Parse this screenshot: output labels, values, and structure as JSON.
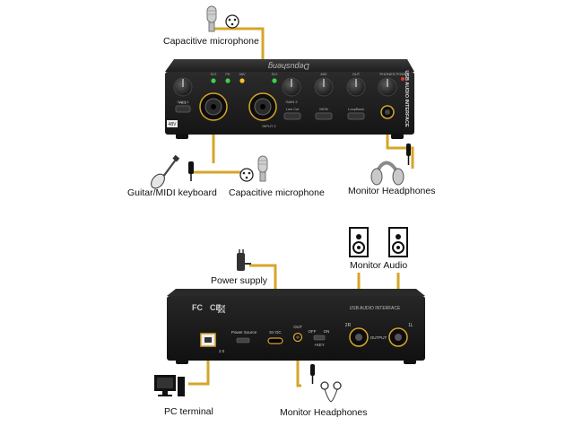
{
  "labels": {
    "top_mic": "Capacitive microphone",
    "guitar_midi": "Guitar/MIDI keyboard",
    "bottom_mic": "Capacitive microphone",
    "monitor_headphones_front": "Monitor Headphones",
    "power_supply": "Power supply",
    "monitor_audio": "Monitor Audio",
    "pc_terminal": "PC terminal",
    "monitor_headphones_rear": "Monitor Headphones"
  },
  "front_panel": {
    "brand": "Depusheng",
    "model_vertical": "USB AUDIO INTERFACE",
    "knob_gain1": "GAIN 1",
    "knob_gain2": "GAIN 2",
    "knob_mix": "MIX",
    "knob_out": "OUT",
    "knob_phones": "PHONES",
    "power_label": "POWER",
    "btn_hiz": "Hi-Z",
    "btn_lowcut": "Low Cut",
    "btn_mon": "MON",
    "btn_loopback": "LoopBack",
    "input2_label": "INPUT 2",
    "badge_48v": "48V",
    "led_labels": [
      "SIG",
      "PK",
      "48V",
      "SIG"
    ]
  },
  "rear_panel": {
    "title": "USB AUDIO INTERFACE",
    "power_source": "Power Source",
    "dc_label": "5V DC",
    "usb_label": "2.0",
    "out_label": "OUT",
    "switch_off": "OFF",
    "switch_on": "ON",
    "switch_sub": "+KEY",
    "jack_2r": "2R",
    "jack_1l": "1L",
    "output_label": "OUTPUT",
    "cert_fc": "FC",
    "cert_ce": "CE"
  },
  "colors": {
    "wire": "#d6a52a",
    "device": "#1b1b1b",
    "knob": "#2a2a2a",
    "led_green": "#3bd14b",
    "led_yellow": "#f2c230",
    "led_red": "#e03a2a"
  },
  "icons": [
    "microphone-icon",
    "xlr-connector-icon",
    "guitar-icon",
    "jack-plug-icon",
    "headphones-icon",
    "power-adapter-icon",
    "speaker-icon",
    "pc-icon",
    "earphones-icon"
  ]
}
